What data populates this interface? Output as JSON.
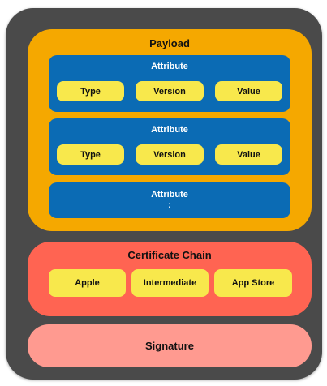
{
  "payload": {
    "title": "Payload",
    "attributes": [
      {
        "title": "Attribute",
        "fields": [
          "Type",
          "Version",
          "Value"
        ]
      },
      {
        "title": "Attribute",
        "fields": [
          "Type",
          "Version",
          "Value"
        ]
      },
      {
        "title": "Attribute",
        "continuation": ":"
      }
    ]
  },
  "certificate_chain": {
    "title": "Certificate Chain",
    "items": [
      "Apple",
      "Intermediate",
      "App Store"
    ]
  },
  "signature": {
    "title": "Signature"
  },
  "colors": {
    "container": "#4a4a4a",
    "payload": "#f5a800",
    "attribute": "#0b6bb4",
    "field": "#f8e84c",
    "certificate_chain": "#ff6452",
    "signature": "#ff9a90"
  }
}
